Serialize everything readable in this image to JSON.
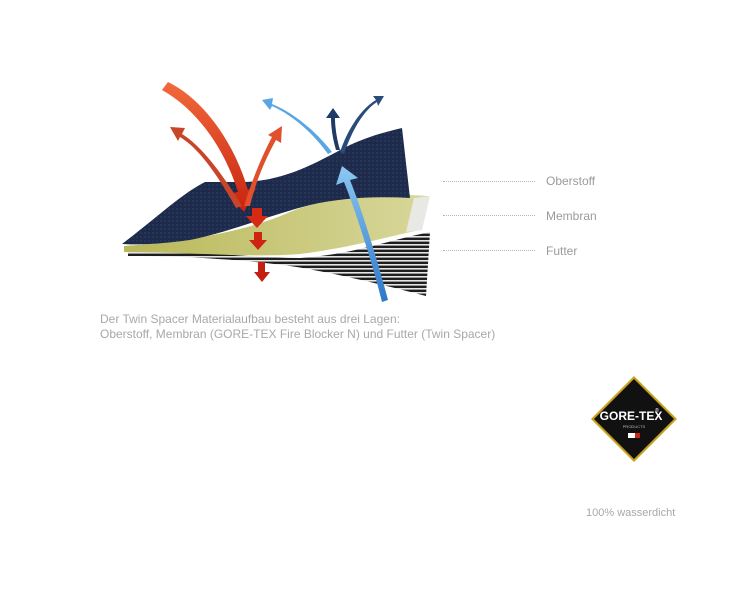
{
  "layers": [
    {
      "label": "Oberstoff"
    },
    {
      "label": "Membran"
    },
    {
      "label": "Futter"
    }
  ],
  "caption": {
    "line1": "Der Twin Spacer Materialaufbau besteht aus drei Lagen:",
    "line2": "Oberstoff, Membran (GORE-TEX Fire Blocker N) und Futter (Twin Spacer)"
  },
  "badge": {
    "brand": "GORE-TEX",
    "registered": "®",
    "sub": "PRODUCTS"
  },
  "footer": {
    "note": "100% wasserdicht"
  },
  "colors": {
    "outer_fabric": "#1d2a4a",
    "membrane": "#c8c86a",
    "lining": "#2c2c2c",
    "heat_arrow": "#e03b1f",
    "vapor_arrow": "#3f8fd6",
    "text_gray": "#9a9a9a"
  }
}
